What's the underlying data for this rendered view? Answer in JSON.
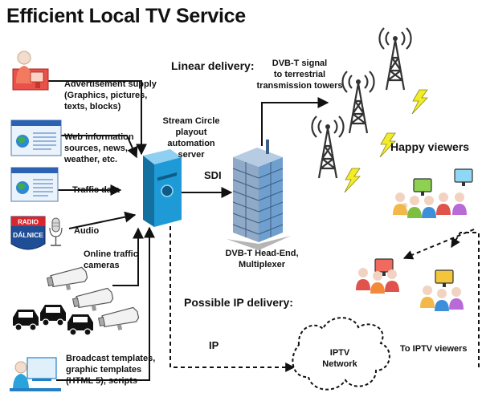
{
  "title": "Efficient Local TV Service",
  "sources": {
    "advertisement": "Advertisement supply\n(Graphics, pictures,\ntexts, blocks)",
    "web": "Web information\nsources, news,\nweather, etc.",
    "traffic": "Traffic data",
    "audio": "Audio",
    "cameras": "Online traffic\ncameras",
    "templates": "Broadcast templates,\ngraphic templates\n(HTML 5), scripts",
    "radio_logo_top": "RADIO",
    "radio_logo_bottom": "DÁLNICE"
  },
  "server": {
    "label": "Stream Circle\nplayout\nautomation\nserver"
  },
  "links": {
    "sdi": "SDI",
    "ip": "IP"
  },
  "headend": {
    "label": "DVB-T Head-End,\nMultiplexer"
  },
  "linear": {
    "title": "Linear delivery:",
    "signal": "DVB-T signal\nto terrestrial\ntransmission towers"
  },
  "viewers": {
    "label": "Happy viewers"
  },
  "ip_delivery": {
    "title": "Possible IP delivery:",
    "network": "IPTV\nNetwork",
    "to_viewers": "To IPTV viewers"
  },
  "colors": {
    "server_blue": "#1e9bd7",
    "tower_gray": "#444444",
    "lightning": "#f2ec2a",
    "building_blue": "#6f9fce",
    "radio_blue": "#1f4e96",
    "radio_red": "#d9262c"
  }
}
